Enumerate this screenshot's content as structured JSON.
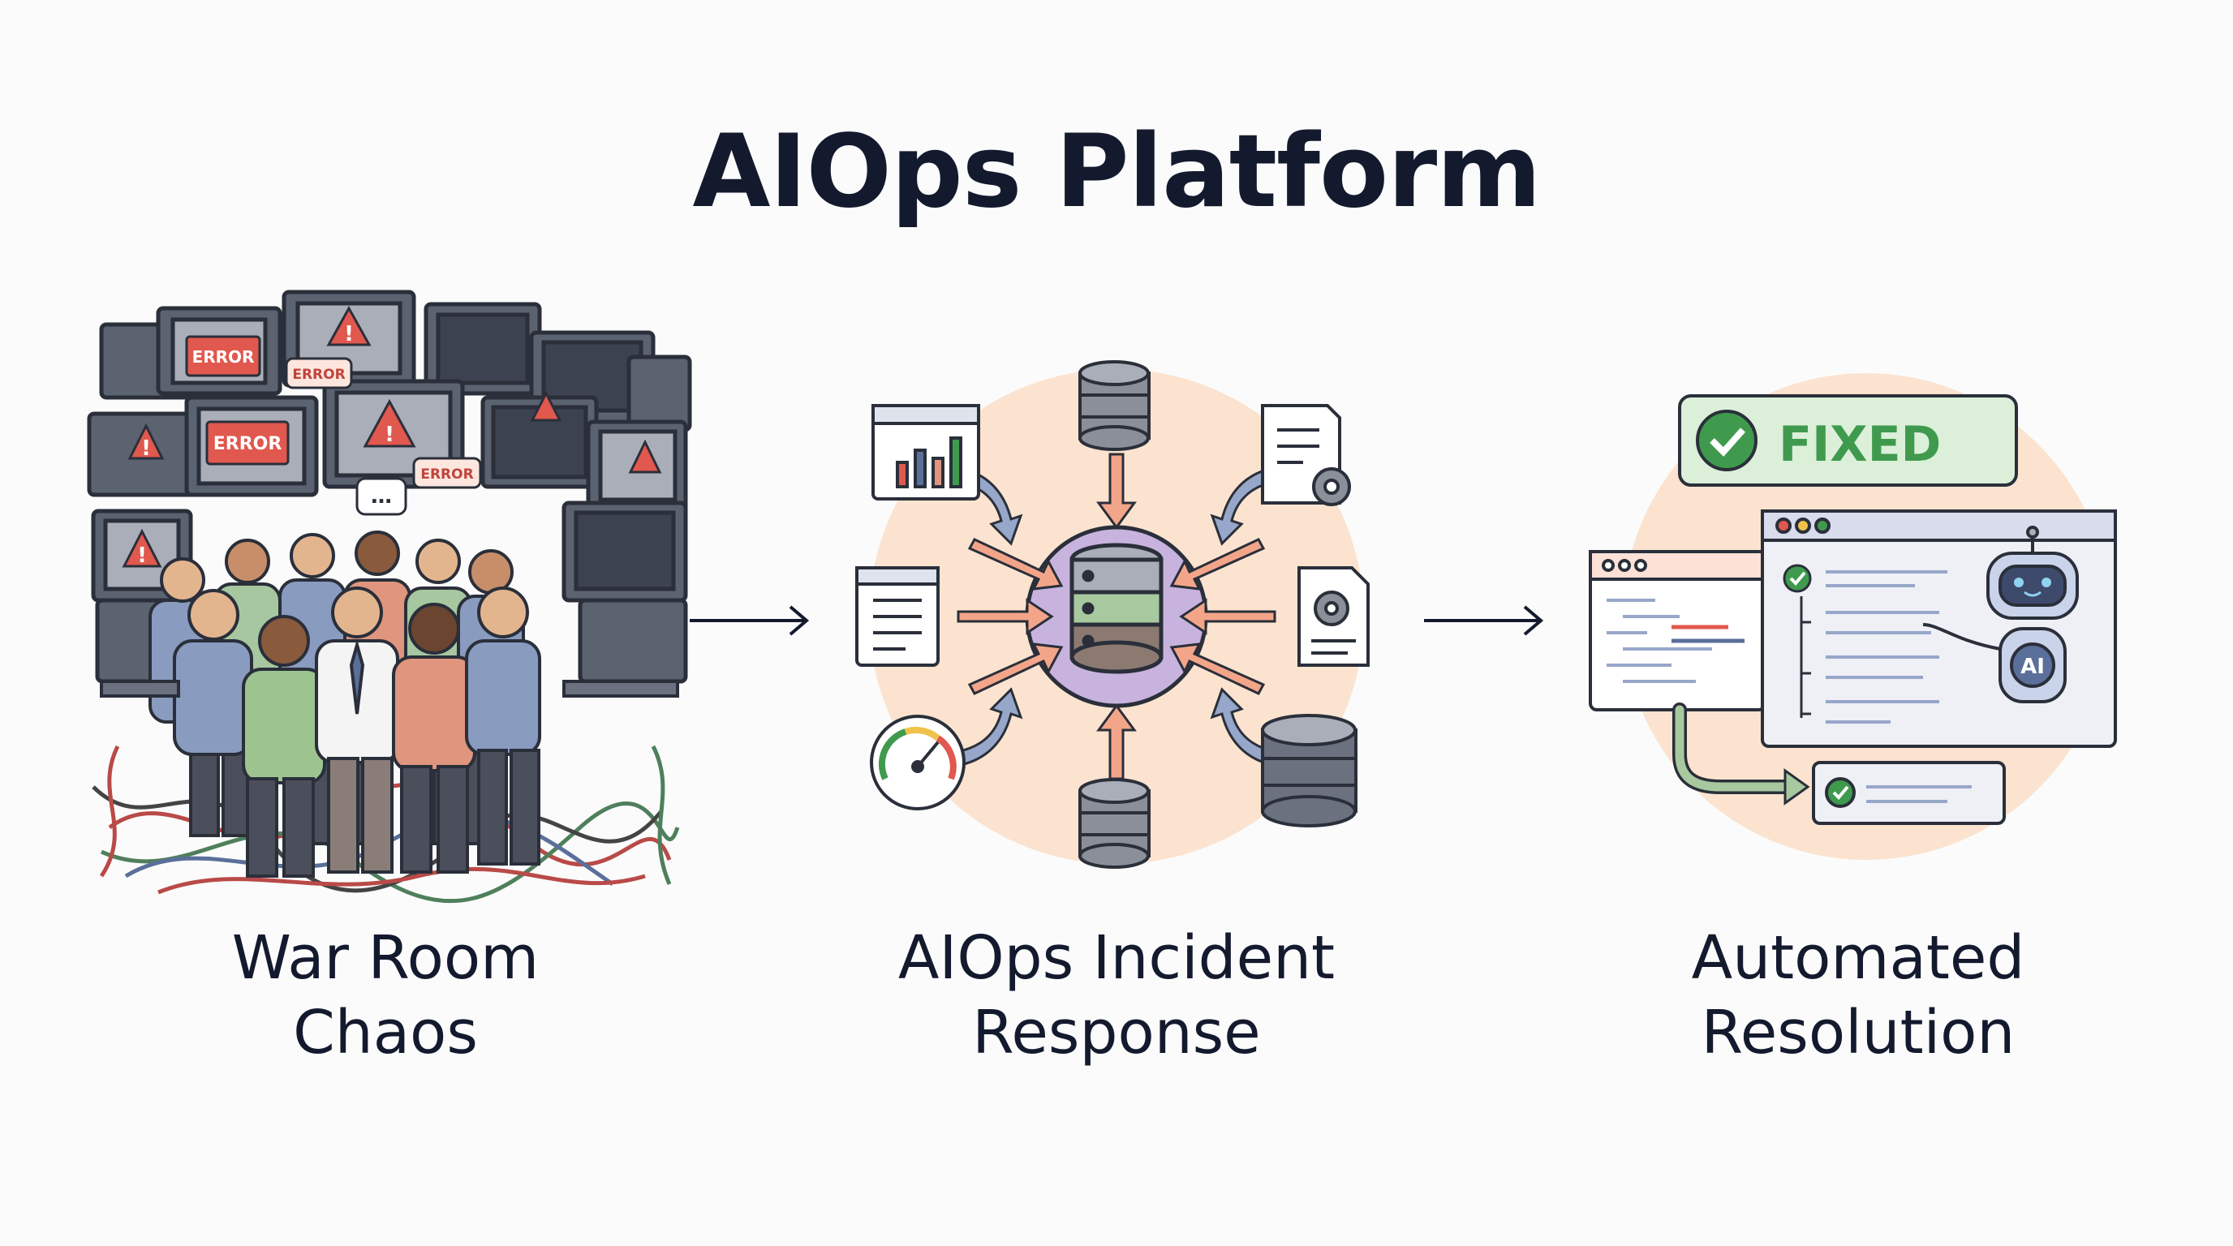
{
  "title": "AIOps Platform",
  "stages": [
    {
      "caption_line1": "War Room",
      "caption_line2": "Chaos",
      "error_labels": [
        "ERROR",
        "ERROR",
        "ERROR",
        "ERROR"
      ]
    },
    {
      "caption_line1": "AIOps Incident",
      "caption_line2": "Response"
    },
    {
      "caption_line1": "Automated",
      "caption_line2": "Resolution",
      "badge": "FIXED",
      "robot_label": "AI"
    }
  ],
  "colors": {
    "ink": "#141a2e",
    "halo": "#fbe3cf",
    "alert_red": "#e0584e",
    "success_green": "#3f9a4e",
    "badge_bg": "#dcefd9",
    "hub_purple": "#c7b3de",
    "arrow_salmon": "#f3a58a",
    "arrow_blue": "#97a7c9"
  }
}
